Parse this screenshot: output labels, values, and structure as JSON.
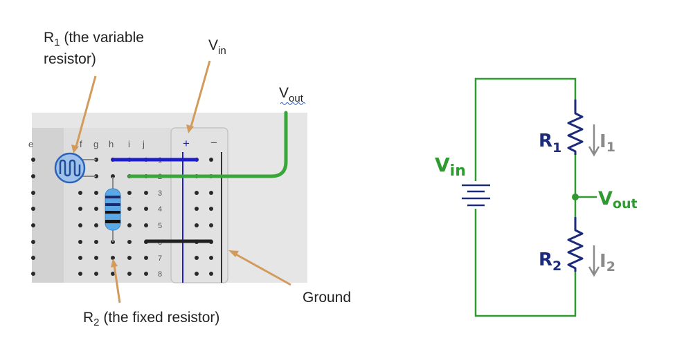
{
  "breadboard": {
    "column_labels": [
      "e",
      "f",
      "g",
      "h",
      "i",
      "j"
    ],
    "rail_plus": "+",
    "rail_minus": "−",
    "row_numbers": [
      "1",
      "2",
      "3",
      "4",
      "5",
      "6",
      "7",
      "8"
    ]
  },
  "annotations": {
    "r1_main": "R",
    "r1_sub": "1",
    "r1_rest": " (the variable",
    "r1_line2": "resistor)",
    "vin_main": "V",
    "vin_sub": "in",
    "vout_main": "V",
    "vout_sub": "out",
    "r2_main": "R",
    "r2_sub": "2",
    "r2_rest": " (the fixed resistor)",
    "ground": "Ground"
  },
  "schematic": {
    "vin_main": "V",
    "vin_sub": "in",
    "r1_main": "R",
    "r1_sub": "1",
    "i1_main": "I",
    "i1_sub": "1",
    "r2_main": "R",
    "r2_sub": "2",
    "i2_main": "I",
    "i2_sub": "2",
    "vout_main": "V",
    "vout_sub": "out"
  },
  "colors": {
    "wire_green": "#3aa63a",
    "wire_blue": "#1d1dcc",
    "wire_black": "#222222",
    "arrow": "#d29b5c",
    "component_navy": "#1c2a7a",
    "current_gray": "#8a8a8a",
    "resistor_body": "#5aa9e6",
    "photoresistor": "#2a63b8"
  }
}
